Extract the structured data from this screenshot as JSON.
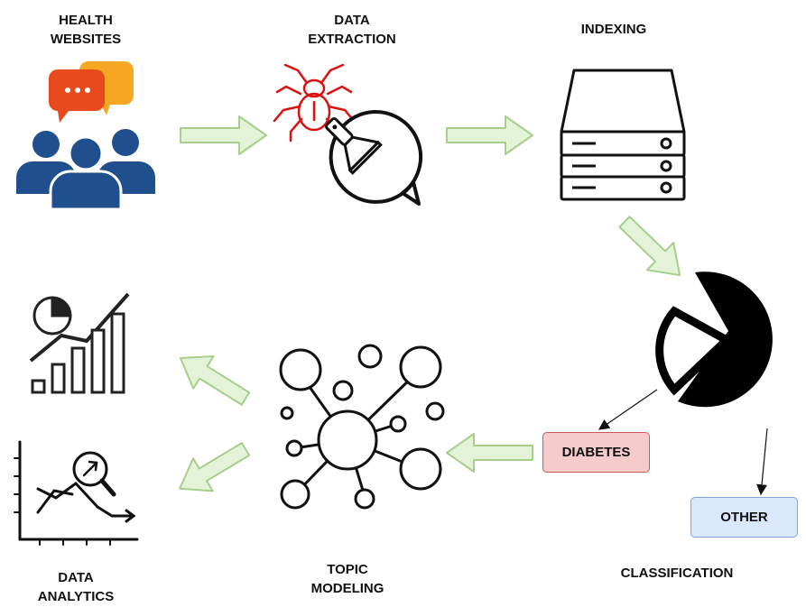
{
  "stages": {
    "health_websites": "HEALTH\nWEBSITES",
    "data_extraction": "DATA\nEXTRACTION",
    "indexing": "INDEXING",
    "classification": "CLASSIFICATION",
    "topic_modeling": "TOPIC\nMODELING",
    "data_analytics": "DATA\nANALYTICS"
  },
  "classes": {
    "diabetes": "DIABETES",
    "other": "OTHER"
  },
  "colors": {
    "arrow_fill": "#e4f2d7",
    "arrow_stroke": "#a5cf8b",
    "diabetes_fill": "#f5cccb",
    "diabetes_stroke": "#c65c5a",
    "other_fill": "#d9e8fb",
    "other_stroke": "#7ea6d8",
    "people_blue": "#1f4f8c",
    "bubble_orange": "#f5a623",
    "bubble_red": "#e8491d",
    "spider_red": "#dd1111"
  },
  "icons": {
    "people": "people-chat-icon",
    "spider": "spider-icon",
    "scraper": "scraper-bubble-icon",
    "server": "server-icon",
    "pie": "pie-chart-icon",
    "network": "network-icon",
    "bar_chart": "bar-chart-icon",
    "line_chart": "line-chart-magnifier-icon"
  }
}
